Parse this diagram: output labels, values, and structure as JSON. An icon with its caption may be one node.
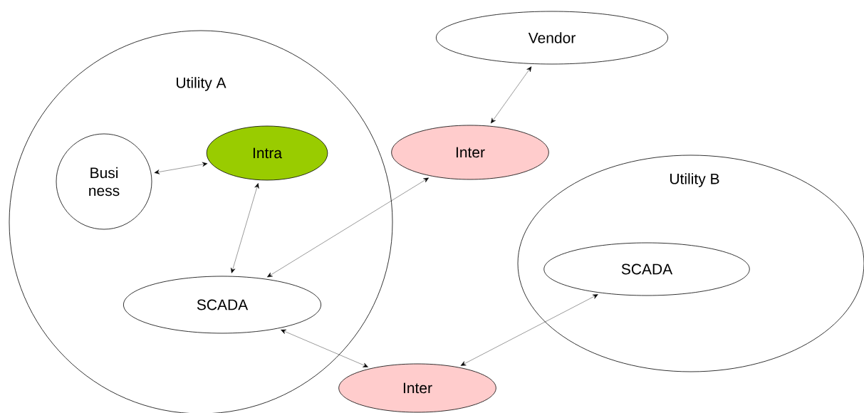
{
  "diagram": {
    "nodes": [
      {
        "text": [
          "Utility A"
        ]
      },
      {
        "text": [
          "Busi ness"
        ],
        "in": 0
      },
      {
        "text": [
          "Intra"
        ],
        "in": 0
      },
      {
        "text": [
          "SCADA"
        ],
        "in": 0
      },
      {
        "text": [
          "Vendor"
        ]
      },
      {
        "text": [
          "Inter"
        ]
      },
      {
        "text": [
          "Utility B"
        ]
      },
      {
        "text": [
          "SCADA"
        ],
        "in": 6
      },
      {
        "text": [
          "Inter"
        ]
      }
    ],
    "edges": [
      {
        "from": 1,
        "to": 2,
        "arrow": "both"
      },
      {
        "from": 2,
        "to": 3,
        "arrow": "both"
      },
      {
        "from": 3,
        "to": 5,
        "arrow": "both"
      },
      {
        "from": 5,
        "to": 4,
        "arrow": "both"
      },
      {
        "from": 3,
        "to": 8,
        "arrow": "both"
      },
      {
        "from": 8,
        "to": 7,
        "arrow": "both"
      }
    ]
  }
}
